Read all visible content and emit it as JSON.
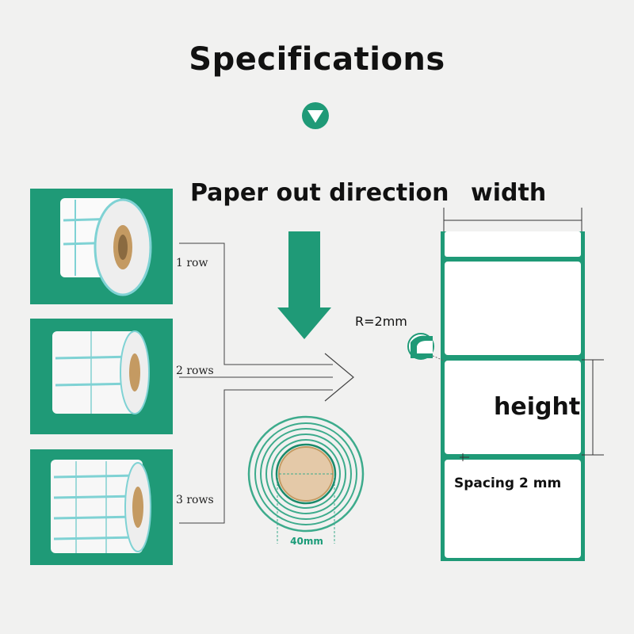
{
  "title": "Specifications",
  "paper_out_direction": "Paper out direction",
  "width_label": "width",
  "height_label": "height",
  "radius_label": "R=2mm",
  "spacing_label": "Spacing 2 mm",
  "core_size_label": "40mm",
  "rows": [
    {
      "label": "1 row"
    },
    {
      "label": "2 rows"
    },
    {
      "label": "3 rows"
    }
  ],
  "colors": {
    "accent": "#1f9a77",
    "label_edge": "#7fd2d4",
    "core": "#c49a62"
  },
  "icons": [
    "down-chevron-icon",
    "down-arrow-icon",
    "right-arrow-icon"
  ]
}
